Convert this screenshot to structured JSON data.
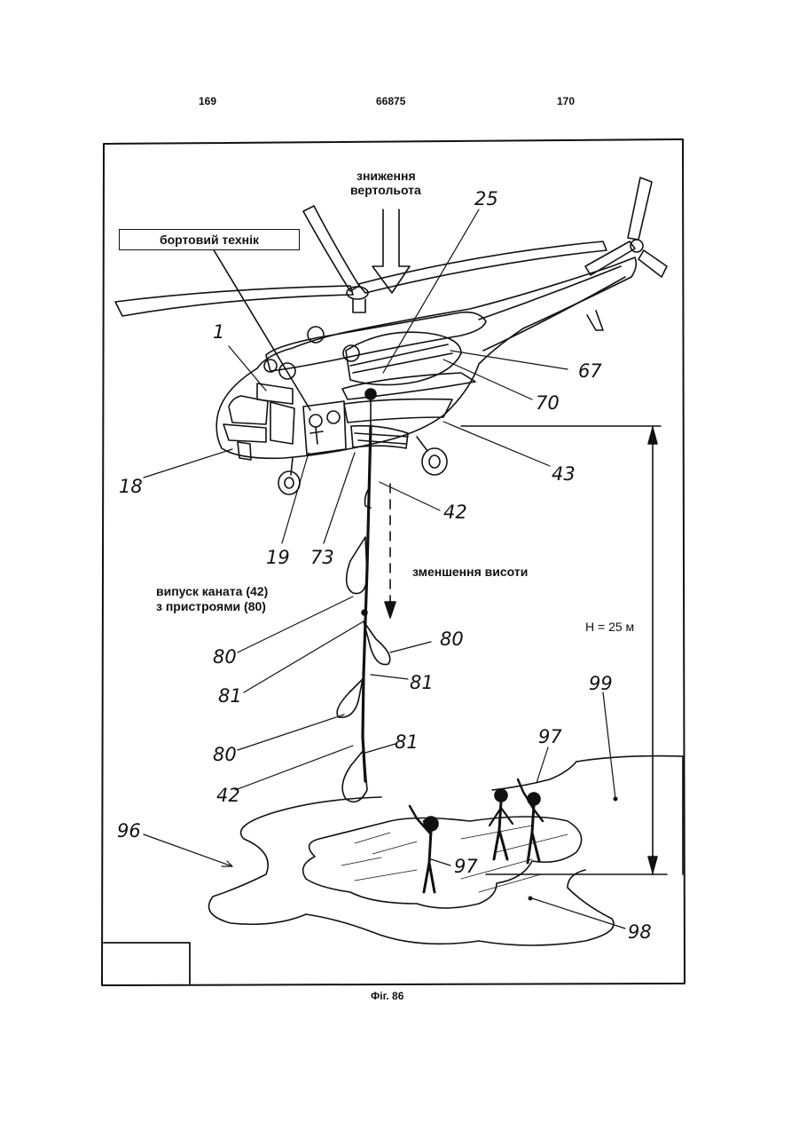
{
  "header": {
    "page_left": "169",
    "doc_number": "66875",
    "page_right": "170"
  },
  "labels": {
    "onboard_technician": "бортовий технік",
    "helicopter_descent_line1": "зниження",
    "helicopter_descent_line2": "вертольота",
    "altitude_decrease": "зменшення висоти",
    "rope_release_line1": "випуск каната (42)",
    "rope_release_line2": "з пристроями (80)",
    "height": "H = 25 м"
  },
  "refs": {
    "r1": "1",
    "r25": "25",
    "r67": "67",
    "r70": "70",
    "r43": "43",
    "r18": "18",
    "r19": "19",
    "r73": "73",
    "r42a": "42",
    "r80a": "80",
    "r80b": "80",
    "r81a": "81",
    "r81b": "81",
    "r80c": "80",
    "r81c": "81",
    "r42b": "42",
    "r99": "99",
    "r97a": "97",
    "r96": "96",
    "r97b": "97",
    "r98": "98"
  },
  "caption": "Фіг. 86"
}
